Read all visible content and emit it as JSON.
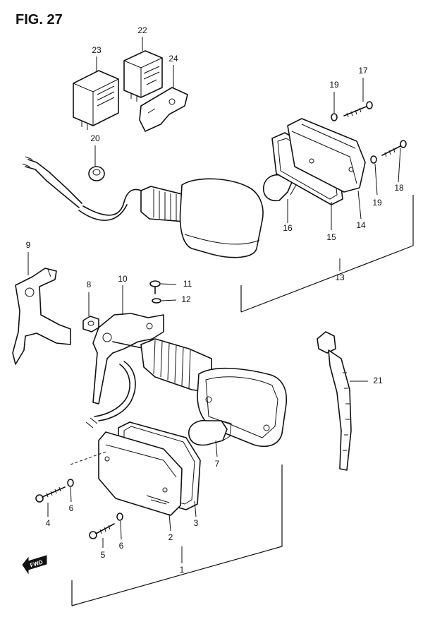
{
  "title": "FIG. 27",
  "fwd": "FWD",
  "callouts": {
    "p1": "1",
    "p2": "2",
    "p3": "3",
    "p4": "4",
    "p5": "5",
    "p6a": "6",
    "p6b": "6",
    "p7": "7",
    "p8": "8",
    "p9": "9",
    "p10": "10",
    "p11": "11",
    "p12": "12",
    "p13": "13",
    "p14": "14",
    "p15": "15",
    "p16": "16",
    "p17": "17",
    "p18": "18",
    "p19a": "19",
    "p19b": "19",
    "p20": "20",
    "p21": "21",
    "p22": "22",
    "p23": "23",
    "p24": "24"
  }
}
